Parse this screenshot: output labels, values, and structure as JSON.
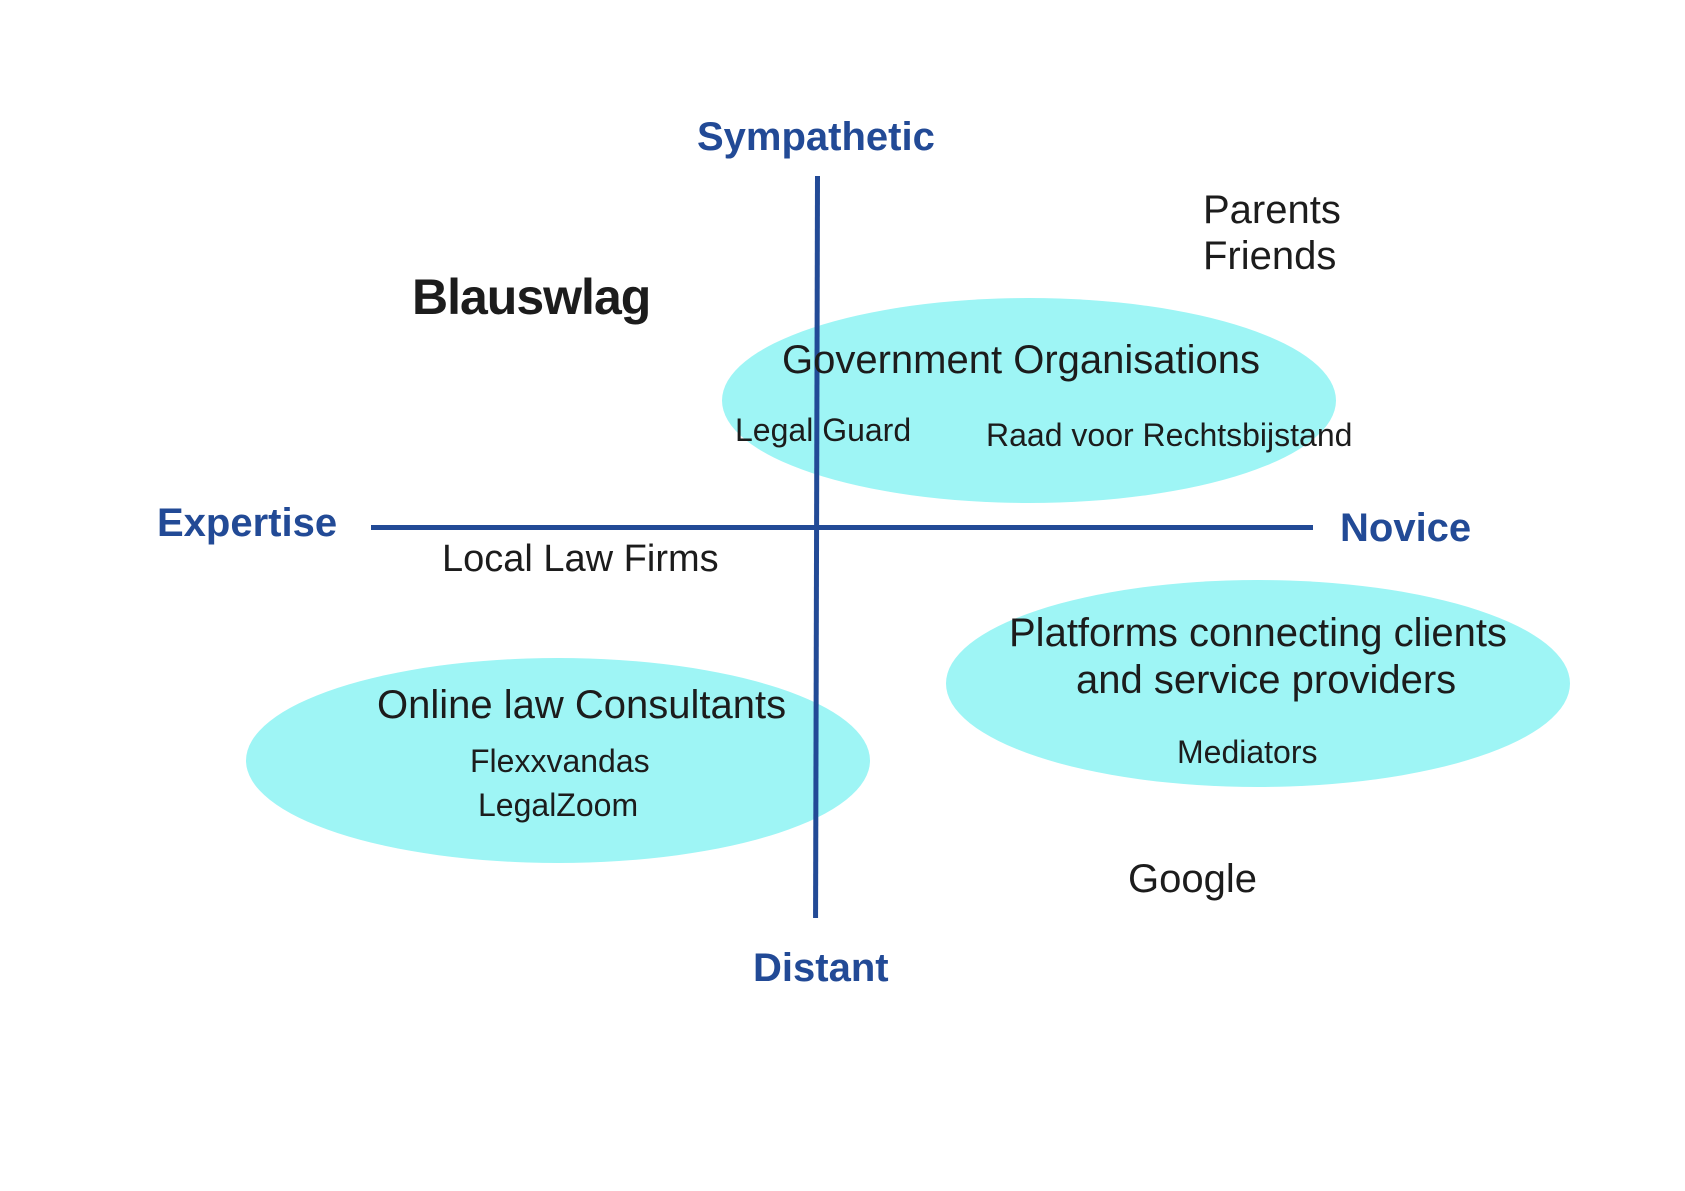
{
  "diagram": {
    "title": "Blauswlag",
    "axes": {
      "top": "Sympathetic",
      "bottom": "Distant",
      "left": "Expertise",
      "right": "Novice"
    },
    "groups": {
      "government": {
        "label": "Government Organisations",
        "items": [
          "Legal Guard",
          "Raad voor Rechtsbijstand"
        ]
      },
      "online": {
        "label": "Online law Consultants",
        "items": [
          "Flexxvandas",
          "LegalZoom"
        ]
      },
      "platforms": {
        "label_line1": "Platforms connecting clients",
        "label_line2": "and service providers",
        "items": [
          "Mediators"
        ]
      }
    },
    "standalone": {
      "parents": "Parents",
      "friends": "Friends",
      "local_law_firms": "Local Law Firms",
      "google": "Google"
    },
    "colors": {
      "axis": "#224a96",
      "cluster_fill": "#9ef5f5",
      "text": "#1c1c1c"
    }
  }
}
